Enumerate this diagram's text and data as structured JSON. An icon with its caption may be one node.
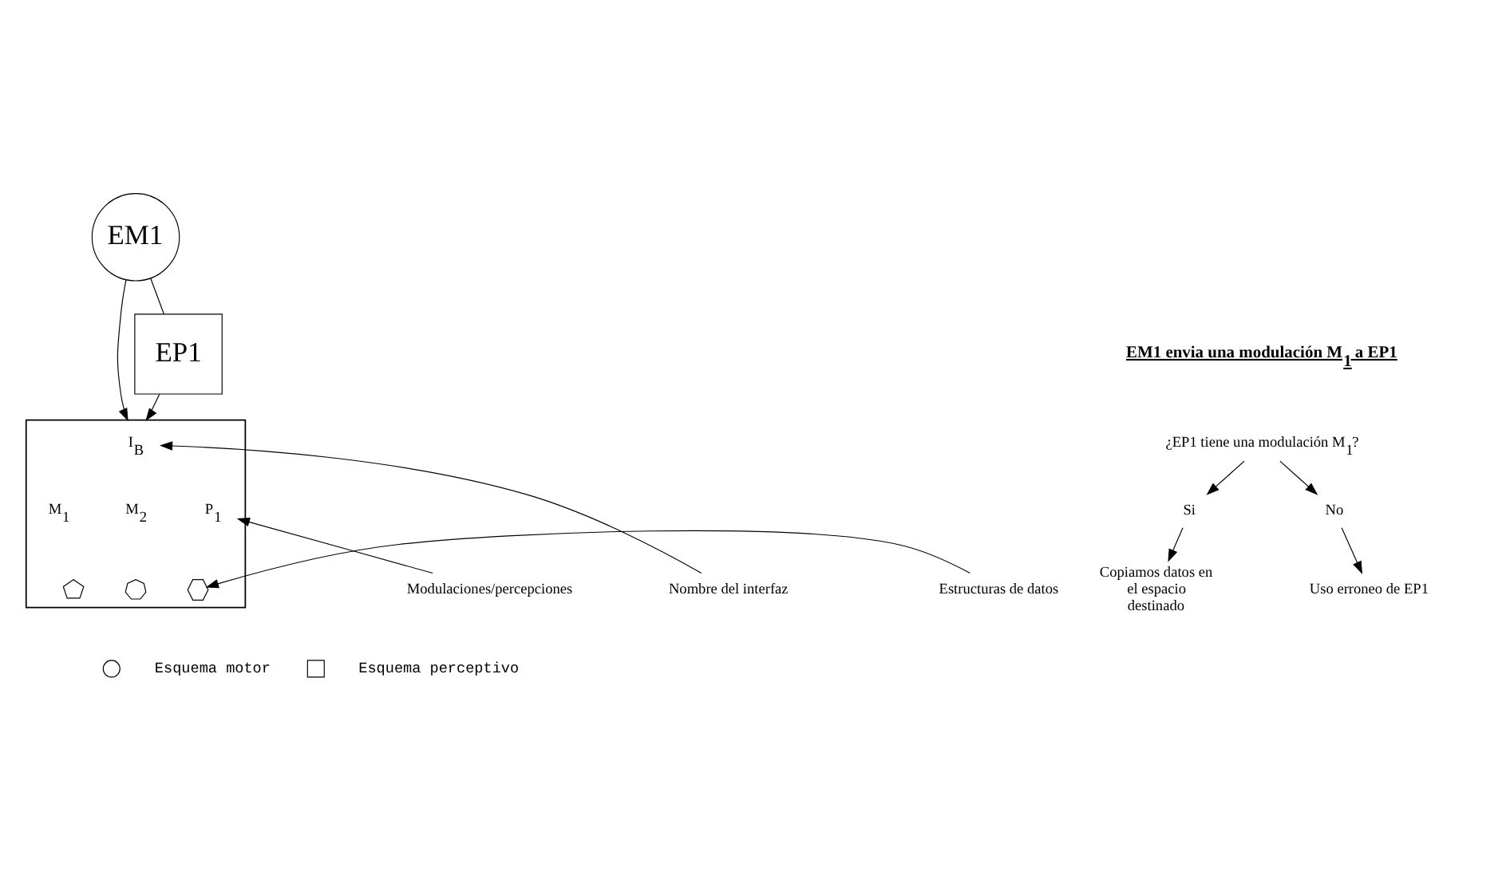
{
  "diagram": {
    "nodes": [
      {
        "text": [
          "EM1"
        ]
      },
      {
        "text": [
          "EP1"
        ]
      },
      {
        "text": [],
        "shape": "triangle"
      },
      {
        "text": [
          "I$_{B}$"
        ],
        "in": 2
      },
      {
        "text": [
          "M$_{1}$"
        ],
        "in": 2
      },
      {
        "text": [
          "M$_{2}$"
        ],
        "in": 2
      },
      {
        "text": [
          "P$_{1}$"
        ],
        "in": 2
      },
      {
        "text": [],
        "shape": "pentagon",
        "in": 2
      },
      {
        "text": [],
        "shape": "polygon",
        "in": 2
      },
      {
        "text": [],
        "shape": "hexagon",
        "in": 2
      },
      {
        "text": [
          "Nombre del interfaz"
        ]
      },
      {
        "text": [
          "Modulaciones/percepciones"
        ]
      },
      {
        "text": [
          "Estructuras de datos"
        ]
      },
      {
        "text": [
          "¿EP1 tiene una modulación M$_{1}$?"
        ]
      },
      {
        "text": [
          "Si"
        ]
      },
      {
        "text": [
          "No"
        ]
      },
      {
        "text": [
          "Copiamos datos en el espacio destinado"
        ]
      },
      {
        "text": [
          "Uso erroneo de EP1"
        ]
      }
    ],
    "edges": [
      {
        "from": 0,
        "to": 1,
        "arrow": "none"
      },
      {
        "from": 0,
        "to": 2,
        "arrow": "to"
      },
      {
        "from": 1,
        "to": 2,
        "arrow": "to"
      },
      {
        "from": 10,
        "to": 3,
        "arrow": "to"
      },
      {
        "from": 11,
        "to": 6,
        "arrow": "to"
      },
      {
        "from": 12,
        "to": 9,
        "arrow": "to"
      },
      {
        "from": 13,
        "to": 14,
        "arrow": "to"
      },
      {
        "from": 13,
        "to": 15,
        "arrow": "to"
      },
      {
        "from": 14,
        "to": 16,
        "arrow": "to"
      },
      {
        "from": 15,
        "to": 17,
        "arrow": "to"
      }
    ],
    "labels": [
      "EM1 envia una modulación M$_{1}$ a EP1"
    ],
    "legend": [
      {
        "text": "Esquema motor"
      },
      {
        "text": "Esquema perceptivo"
      }
    ]
  }
}
